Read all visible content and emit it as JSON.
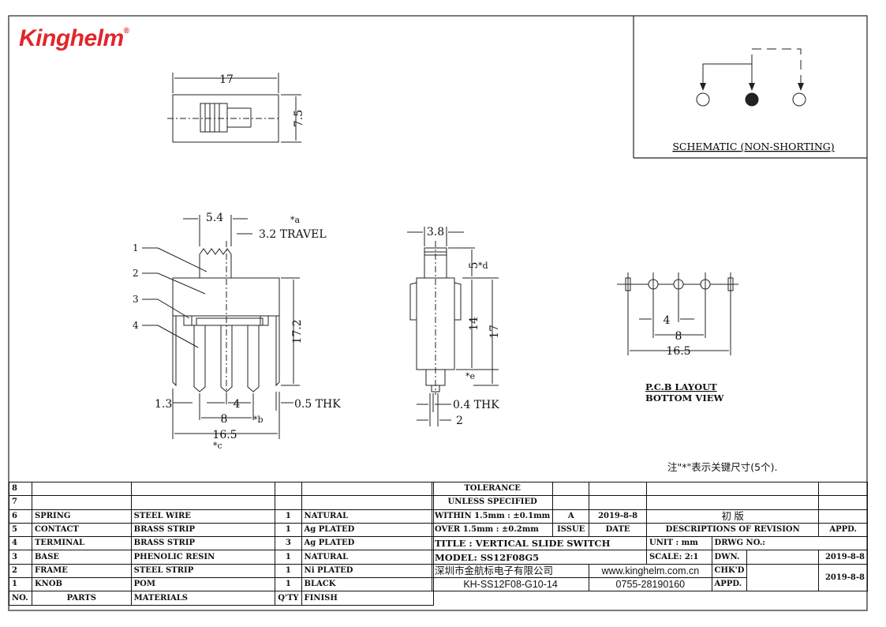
{
  "brand": {
    "name": "Kinghelm",
    "reg": "®"
  },
  "schematic": {
    "label": "SCHEMATIC (NON-SHORTING)"
  },
  "top_view": {
    "width": "17",
    "height": "7.5"
  },
  "front_view": {
    "dim_knob": "5.4",
    "dim_travel": "3.2 TRAVEL",
    "mark_a": "*a",
    "callouts": [
      "1",
      "2",
      "3",
      "4"
    ],
    "dim_height": "17.2",
    "dim_pin_edge": "1.3",
    "dim_pitch": "4",
    "dim_thk": "0.5 THK",
    "dim_span8": "8",
    "mark_b": "*b",
    "dim_total": "16.5",
    "mark_c": "*c"
  },
  "side_view": {
    "dim_top": "3.8",
    "dim_5": "5",
    "mark_d": "*d",
    "dim_14": "14",
    "dim_17": "17",
    "mark_e": "*e",
    "dim_thk": "0.4 THK",
    "dim_2": "2"
  },
  "pcb": {
    "dim_4": "4",
    "dim_8": "8",
    "dim_165": "16.5",
    "title": "P.C.B LAYOUT",
    "subtitle": "BOTTOM VIEW"
  },
  "note": "注\"*\"表示关键尺寸(5个).",
  "bom": {
    "rows": [
      {
        "no": "8",
        "part": "",
        "material": "",
        "qty": "",
        "finish": ""
      },
      {
        "no": "7",
        "part": "",
        "material": "",
        "qty": "",
        "finish": ""
      },
      {
        "no": "6",
        "part": "SPRING",
        "material": "STEEL WIRE",
        "qty": "1",
        "finish": "NATURAL"
      },
      {
        "no": "5",
        "part": "CONTACT",
        "material": "BRASS STRIP",
        "qty": "1",
        "finish": "Ag PLATED"
      },
      {
        "no": "4",
        "part": "TERMINAL",
        "material": "BRASS STRIP",
        "qty": "3",
        "finish": "Ag PLATED"
      },
      {
        "no": "3",
        "part": "BASE",
        "material": "PHENOLIC RESIN",
        "qty": "1",
        "finish": "NATURAL"
      },
      {
        "no": "2",
        "part": "FRAME",
        "material": "STEEL STRIP",
        "qty": "1",
        "finish": "Ni PLATED"
      },
      {
        "no": "1",
        "part": "KNOB",
        "material": "POM",
        "qty": "1",
        "finish": "BLACK"
      }
    ],
    "header": {
      "no": "NO.",
      "part": "PARTS",
      "material": "MATERIALS",
      "qty": "Q'TY",
      "finish": "FINISH"
    }
  },
  "title_block": {
    "tolerance": "TOLERANCE",
    "unless": "UNLESS  SPECIFIED",
    "within": "WITHIN 1.5mm : ±0.1mm",
    "over": "OVER 1.5mm : ±0.2mm",
    "issue_val": "A",
    "date_val": "2019-8-8",
    "issue_label": "ISSUE",
    "date_label": "DATE",
    "revision_desc": "初  版",
    "desc_label": "DESCRIPTIONS OF REVISION",
    "appd_label": "APPD.",
    "title": "TITLE :  VERTICAL SLIDE SWITCH",
    "unit": "UNIT :  mm",
    "drwg_no": "DRWG NO.:",
    "model": "MODEL:  SS12F08G5",
    "scale": "SCALE:  2:1",
    "dwn": "DWN.",
    "dwn_date": "2019-8-8",
    "company": "深圳市金航标电子有限公司",
    "website": "www.kinghelm.com.cn",
    "chkd": "CHK'D",
    "chkd_date": "2019-8-8",
    "part_code": "KH-SS12F08-G10-14",
    "phone": "0755-28190160",
    "appd": "APPD."
  }
}
